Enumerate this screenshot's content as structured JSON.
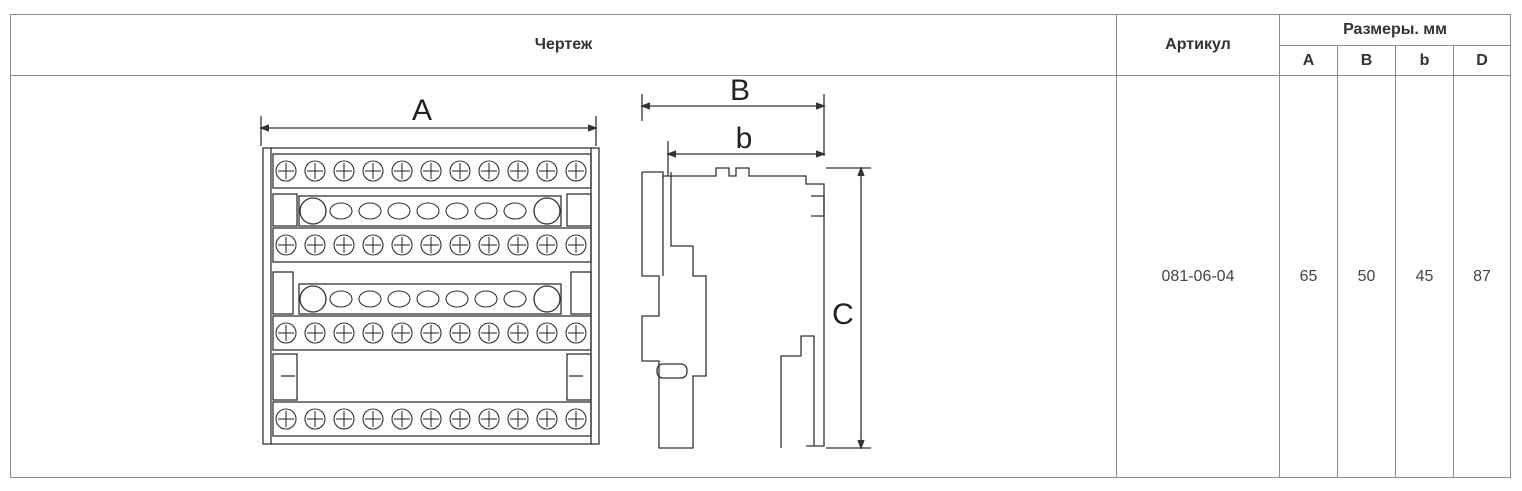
{
  "headers": {
    "drawing": "Чертеж",
    "article": "Артикул",
    "dimensions_group": "Размеры. мм",
    "dim_cols": [
      "A",
      "B",
      "b",
      "D"
    ]
  },
  "row": {
    "article": "081-06-04",
    "A": "65",
    "B": "50",
    "b": "45",
    "D": "87"
  },
  "drawing_labels": {
    "front_width": "A",
    "side_width": "B",
    "side_inner": "b",
    "side_height": "C"
  }
}
